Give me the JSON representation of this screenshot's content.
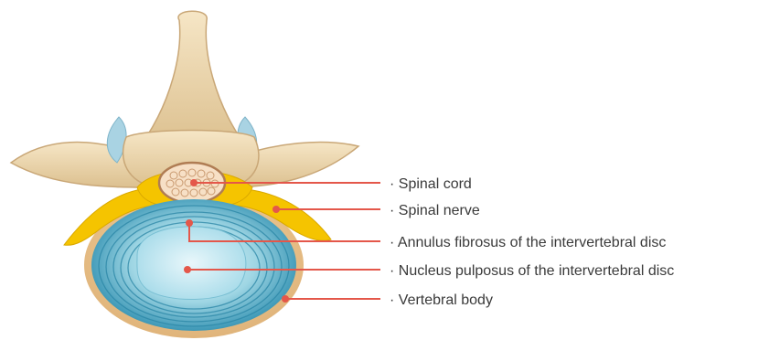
{
  "figure": {
    "colors": {
      "bone": "#f2dcb4",
      "bone_shadow": "#c9a777",
      "nerve": "#f5c400",
      "disc_outer": "#3fa8c4",
      "disc_inner": "#bfe6ef",
      "cord": "#f7e0c6",
      "leader": "#e4574a"
    },
    "labels": [
      {
        "text": "· Spinal cord"
      },
      {
        "text": "· Spinal nerve"
      },
      {
        "text": "· Annulus fibrosus of the intervertebral disc"
      },
      {
        "text": "· Nucleus pulposus of the intervertebral disc"
      },
      {
        "text": "· Vertebral body"
      }
    ]
  }
}
